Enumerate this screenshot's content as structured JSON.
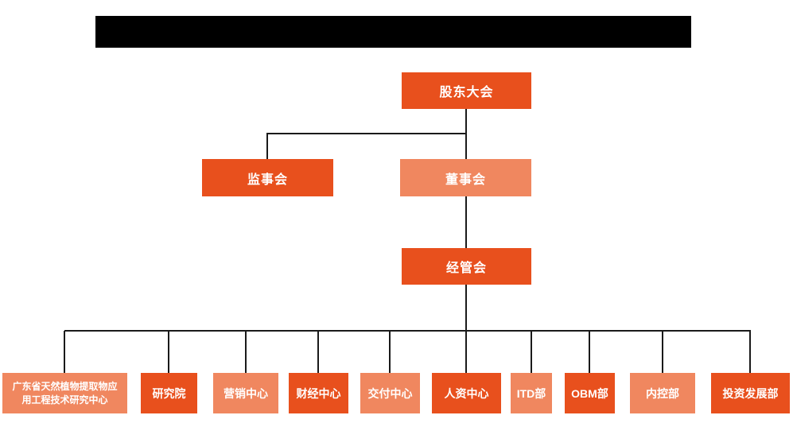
{
  "colors": {
    "primary_orange": "#e8501d",
    "secondary_orange": "#f0875f",
    "connector_line": "#1a1a1a",
    "redacted_bar": "#000000",
    "node_text": "#ffffff",
    "background": "#ffffff"
  },
  "org_chart": {
    "top": {
      "label": "股东大会"
    },
    "level2": [
      {
        "label": "监事会"
      },
      {
        "label": "董事会"
      }
    ],
    "level3": {
      "label": "经管会"
    },
    "departments": [
      {
        "label": "广东省天然植物提取物应用工程技术研究中心"
      },
      {
        "label": "研究院"
      },
      {
        "label": "营销中心"
      },
      {
        "label": "财经中心"
      },
      {
        "label": "交付中心"
      },
      {
        "label": "人资中心"
      },
      {
        "label": "ITD部"
      },
      {
        "label": "OBM部"
      },
      {
        "label": "内控部"
      },
      {
        "label": "投资发展部"
      }
    ]
  }
}
